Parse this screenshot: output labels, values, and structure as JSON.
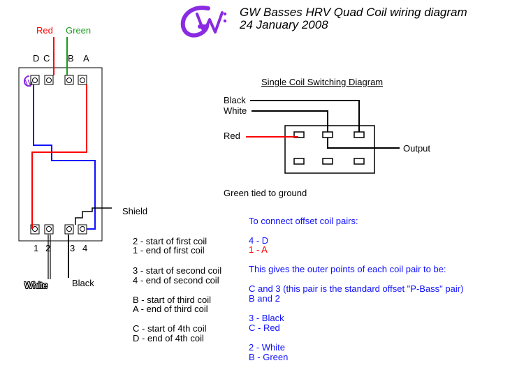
{
  "header": {
    "logo_text": "GW",
    "title": "GW Basses HRV Quad Coil wiring diagram",
    "date": "24 January 2008"
  },
  "pickup": {
    "wire_red": "Red",
    "wire_green": "Green",
    "top_labels": [
      "D",
      "C",
      "B",
      "A"
    ],
    "bottom_labels": [
      "1",
      "2",
      "3",
      "4"
    ],
    "shield": "Shield",
    "wire_white": "White",
    "wire_black": "Black"
  },
  "switching": {
    "heading": "Single Coil Switching Diagram",
    "black": "Black",
    "white": "White",
    "red": "Red",
    "output": "Output",
    "ground_note": "Green tied to ground"
  },
  "coil_legend": [
    "2 - start of first coil",
    "1 - end of first coil",
    "3 - start of second coil",
    "4 - end of second coil",
    "B - start of third coil",
    "A - end of third coil",
    "C - start of 4th coil",
    "D - end of 4th coil"
  ],
  "offset": {
    "heading": "To connect offset coil pairs:",
    "pair1": "4 - D",
    "pair2": "1 - A",
    "outer_heading": "This gives the outer points of each coil pair to be:",
    "pair_c3": "C and 3 (this pair is the standard offset \"P-Bass\" pair)",
    "pair_b2": "B and 2",
    "wire_3": "3 - Black",
    "wire_c": "C - Red",
    "wire_2": "2 - White",
    "wire_b": "B - Green"
  },
  "colors": {
    "red_wire": "#ff0000",
    "blue_wire": "#1010ff",
    "green_wire": "#1a9a1a",
    "logo": "#8a2be2",
    "text_blue": "#1010ff"
  }
}
